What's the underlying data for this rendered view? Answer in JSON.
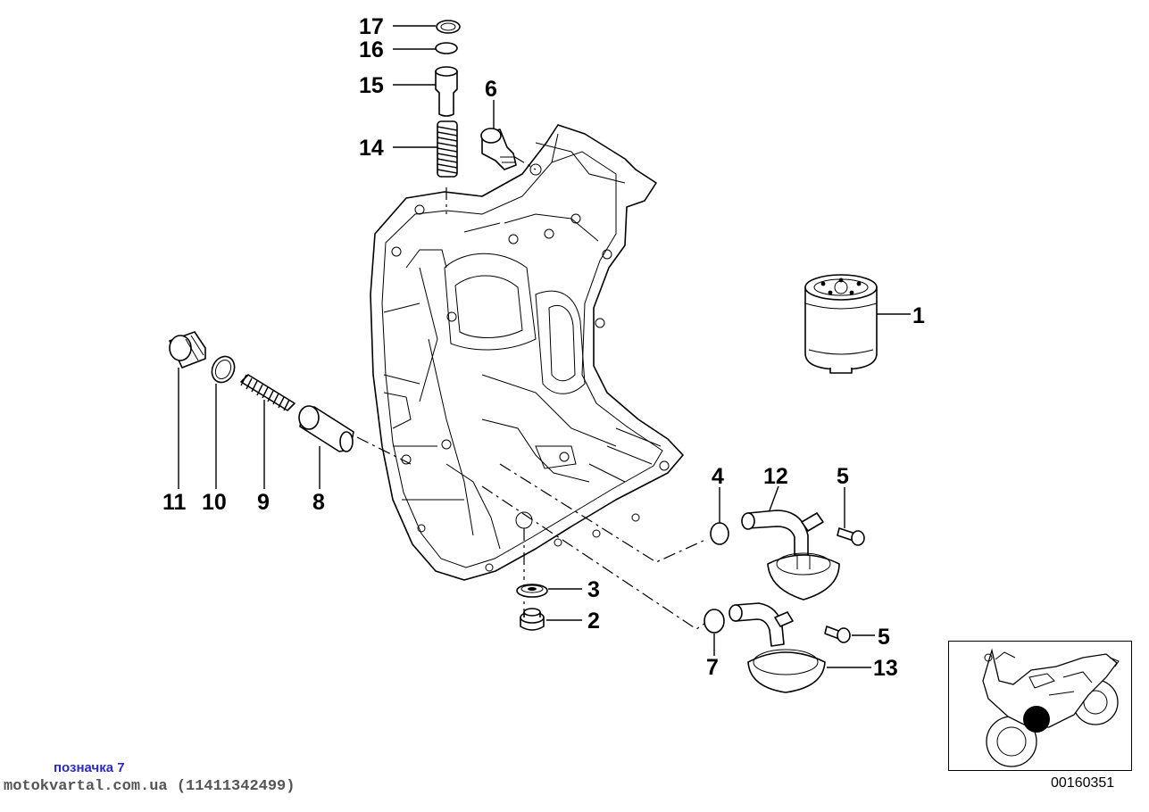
{
  "callouts": {
    "n1": "1",
    "n2": "2",
    "n3": "3",
    "n4": "4",
    "n5a": "5",
    "n5b": "5",
    "n6": "6",
    "n7": "7",
    "n8": "8",
    "n9": "9",
    "n10": "10",
    "n11": "11",
    "n12": "12",
    "n13": "13",
    "n14": "14",
    "n15": "15",
    "n16": "16",
    "n17": "17"
  },
  "footer": {
    "link_text": "позначка 7",
    "watermark": "motokvartal.com.ua (11411342499)",
    "diagram_id": "00160351"
  }
}
